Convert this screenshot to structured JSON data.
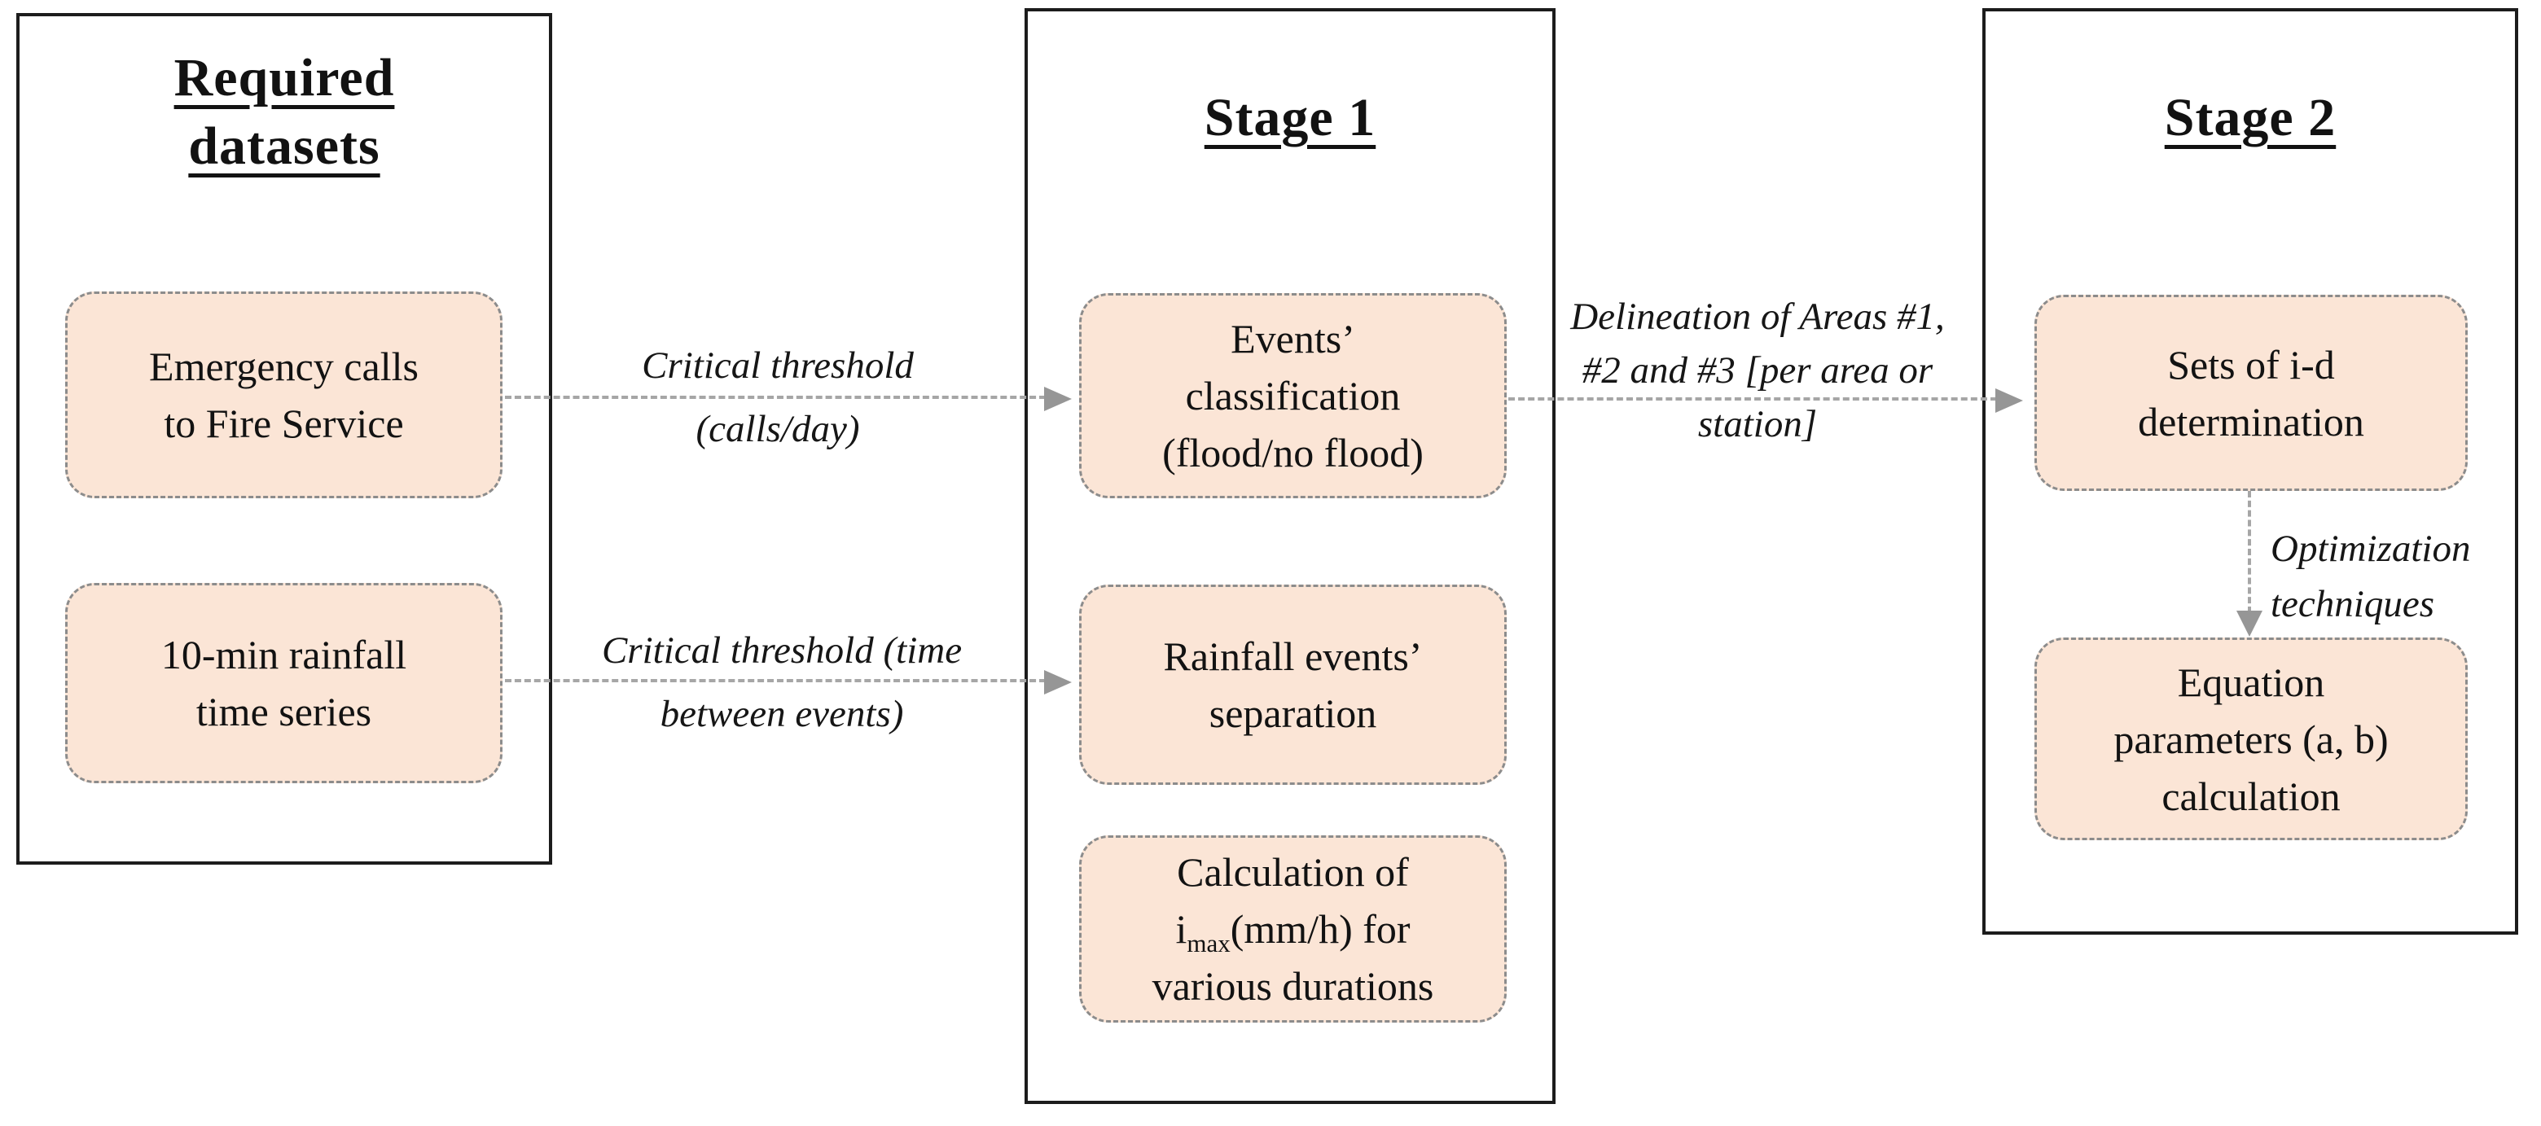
{
  "figure": {
    "type": "flowchart",
    "columns": {
      "required": {
        "title": "Required datasets",
        "boxes": {
          "emergency": {
            "line1": "Emergency calls",
            "line2": "to Fire Service"
          },
          "rainfall": {
            "line1": "10-min rainfall",
            "line2": "time series"
          }
        }
      },
      "stage1": {
        "title": "Stage 1",
        "boxes": {
          "events": {
            "line1": "Events’",
            "line2": "classification",
            "line3": "(flood/no flood)"
          },
          "separation": {
            "line1": "Rainfall events’",
            "line2": "separation"
          },
          "calculation": {
            "line1": "Calculation of",
            "line2_prefix": "i",
            "line2_sub": "max",
            "line2_suffix": "(mm/h) for",
            "line3": "various durations"
          }
        }
      },
      "stage2": {
        "title": "Stage 2",
        "boxes": {
          "sets": {
            "line1": "Sets of i-d",
            "line2": "determination"
          },
          "equation": {
            "line1": "Equation",
            "line2": "parameters (a, b)",
            "line3": "calculation"
          }
        }
      }
    },
    "arrows": {
      "calls_threshold": {
        "label_line1": "Critical threshold",
        "label_line2": "(calls/day)"
      },
      "events_threshold": {
        "label_line1": "Critical threshold",
        "label_line2": "(time between events)"
      },
      "delineation": {
        "label_line1": "Delineation of",
        "label_line2": "Areas #1, #2 and #3",
        "label_line3": "[per area or station]"
      },
      "optimization": {
        "label_line1": "Optimization",
        "label_line2": "techniques"
      }
    }
  },
  "colors": {
    "box_fill": "#fbe5d6",
    "box_border": "#8c8c8c",
    "panel_border": "#1c1c1c",
    "arrow": "#a6a6a6",
    "arrow_head": "#969696",
    "text": "#121212"
  }
}
